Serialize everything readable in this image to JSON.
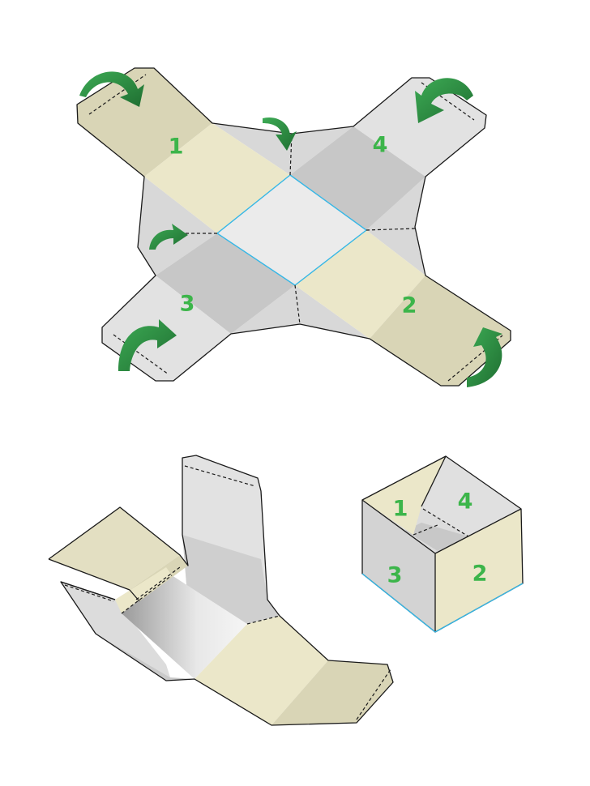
{
  "diagram": {
    "net_labels": [
      "1",
      "2",
      "3",
      "4"
    ],
    "cube_labels": [
      "1",
      "4",
      "3",
      "2"
    ],
    "colors": {
      "cream": "#ebe7c9",
      "cream_dark": "#d9d5b6",
      "grey_light": "#e6e6e6",
      "grey_mid": "#d3d3d3",
      "grey_dark": "#c2c2c2",
      "base": "#ebebeb",
      "edge": "#1a1a1a",
      "crease": "#36b7e6",
      "label": "#3cb54a",
      "arrow": "#2f9a46",
      "arrow_dark": "#1f6e31"
    },
    "icons": [
      "fold-arrow-icon"
    ]
  }
}
